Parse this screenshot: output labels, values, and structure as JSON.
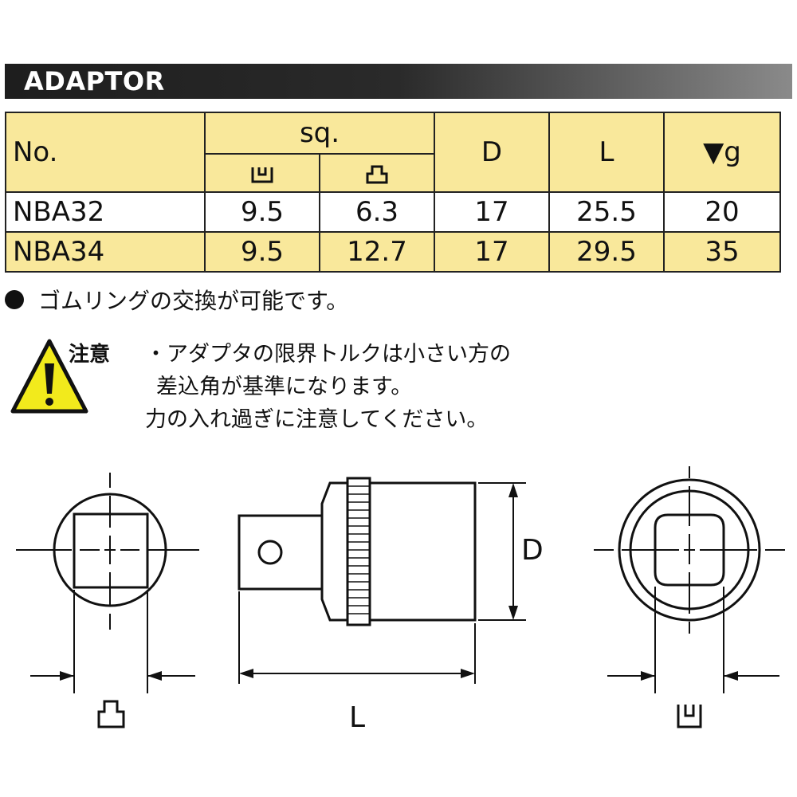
{
  "header": {
    "title": "ADAPTOR"
  },
  "table": {
    "col_no": "No.",
    "col_sq": "sq.",
    "col_d": "D",
    "col_l": "L",
    "col_g": "▼g",
    "rows": [
      {
        "no": "NBA32",
        "sq_female": "9.5",
        "sq_male": "6.3",
        "d": "17",
        "l": "25.5",
        "g": "20"
      },
      {
        "no": "NBA34",
        "sq_female": "9.5",
        "sq_male": "12.7",
        "d": "17",
        "l": "29.5",
        "g": "35"
      }
    ]
  },
  "note": {
    "text": "ゴムリングの交換が可能です。"
  },
  "caution": {
    "label": "注意",
    "lines": [
      "・アダプタの限界トルクは小さい方の",
      "差込角が基準になります。",
      "力の入れ過ぎに注意してください。"
    ]
  },
  "drawing": {
    "d_label": "D",
    "l_label": "L"
  },
  "colors": {
    "header_bg": "#1e1e1e",
    "table_highlight": "#f9e89b",
    "warning_yellow": "#f2ea1c"
  },
  "icons": {
    "sq_female": "female-square-drive-icon",
    "sq_male": "male-square-drive-icon",
    "caution": "warning-triangle-icon"
  }
}
